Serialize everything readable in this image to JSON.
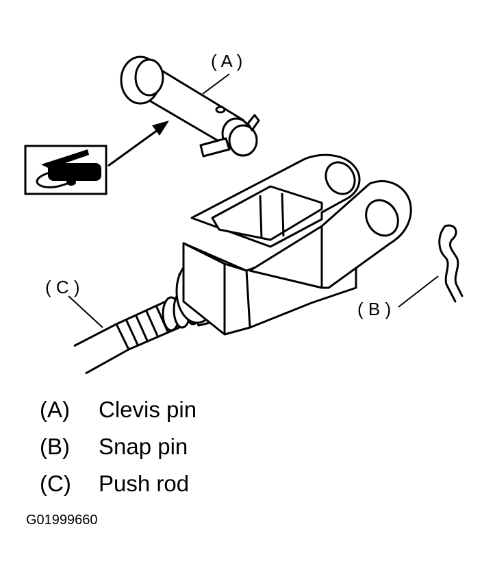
{
  "callouts": {
    "a": "( A )",
    "b": "( B )",
    "c": "( C )"
  },
  "legend": [
    {
      "key": "(A)",
      "label": "Clevis pin"
    },
    {
      "key": "(B)",
      "label": "Snap pin"
    },
    {
      "key": "(C)",
      "label": "Push rod"
    }
  ],
  "figure_id": "G01999660",
  "icons": {
    "grease": "grease-gun-icon"
  }
}
